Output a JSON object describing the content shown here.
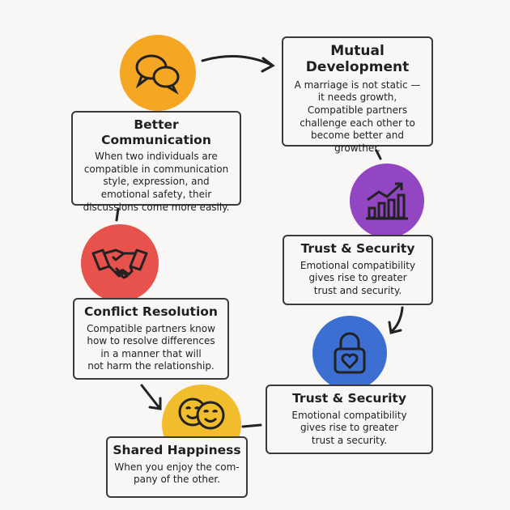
{
  "colors": {
    "communication": "#f5a623",
    "development": "#9246c2",
    "conflict": "#e8524c",
    "security": "#3d6fd3",
    "happiness": "#f2bd2c"
  },
  "cards": {
    "communication": {
      "title": "Better Communication",
      "text": "When two individuals are\ncompatible in communication\nstyle, expression, and\nemotional safety, their\ndiscussions come more easily.",
      "icon": "chat-bubbles-icon"
    },
    "development": {
      "title": "Mutual\nDevelopment",
      "text": "A marriage is not static —\nit needs growth,\nCompatible partners\nchallenge each other to\nbecome better and growther.",
      "icon": "growth-chart-icon"
    },
    "trust1": {
      "title": "Trust & Security",
      "text": "Emotional compatibility\ngives rise to greater\ntrust and security."
    },
    "conflict": {
      "title": "Conflict Resolution",
      "text": "Compatible partners know\nhow to resolve differences\nin a manner that will\nnot harm the relationship.",
      "icon": "handshake-icon"
    },
    "trust2": {
      "title": "Trust & Security",
      "text": "Emotional compatibility\ngives rise to greater\ntrust a security.",
      "icon": "heart-lock-icon"
    },
    "happiness": {
      "title": "Shared Happiness",
      "text": "When you enjoy the com-\npany of the other.",
      "icon": "smiling-faces-icon"
    }
  }
}
